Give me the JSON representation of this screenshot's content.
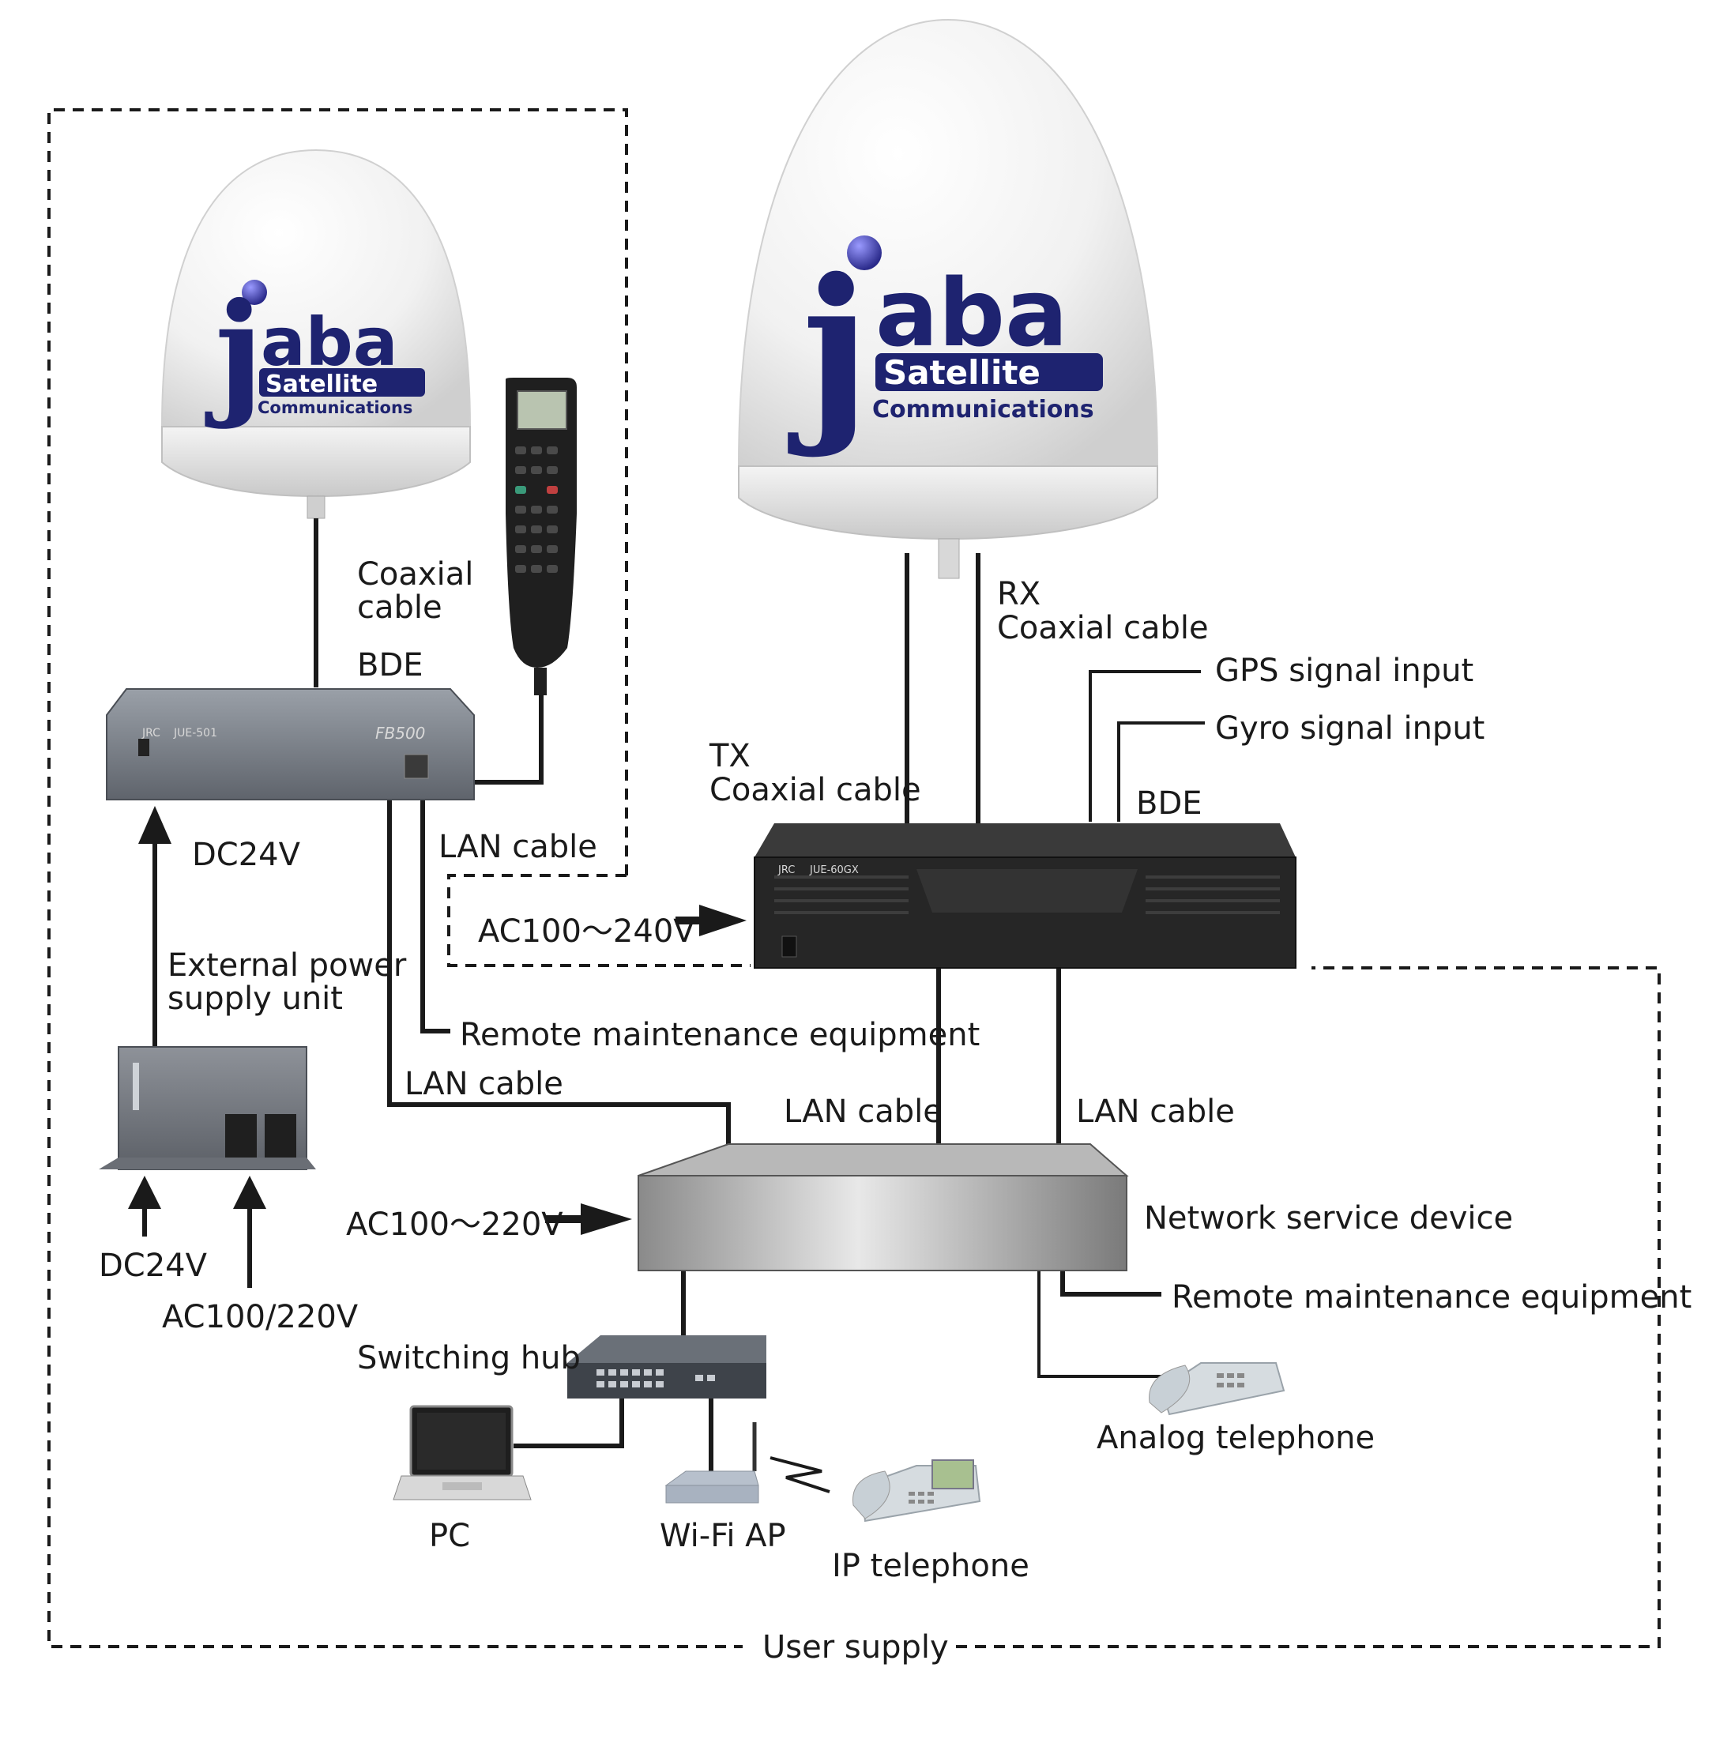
{
  "domes": {
    "small": {
      "logo_j": "j",
      "logo_aba": "aba",
      "logo_satellite": "Satellite",
      "logo_communications": "Communications"
    },
    "large": {
      "logo_j": "j",
      "logo_aba": "aba",
      "logo_satellite": "Satellite",
      "logo_communications": "Communications"
    }
  },
  "devices": {
    "fb500_model": "JUE-501",
    "fb500_name": "FB500",
    "bde_large_model": "JUE-60GX",
    "brand": "JRC"
  },
  "labels": {
    "coaxial_cable_1": "Coaxial",
    "coaxial_cable_2": "cable",
    "bde_left": "BDE",
    "dc24v_top": "DC24V",
    "lan_cable_handset": "LAN cable",
    "ac_240": "AC100～240V",
    "external_power_1": "External power",
    "external_power_2": "supply unit",
    "remote_maint_left": "Remote maintenance equipment",
    "lan_cable_left": "LAN cable",
    "dc24v_bottom": "DC24V",
    "ac_100_220_slash": "AC100/220V",
    "rx_1": "RX",
    "rx_2": "Coaxial cable",
    "gps": "GPS signal input",
    "gyro": "Gyro signal input",
    "tx_1": "TX",
    "tx_2": "Coaxial cable",
    "bde_right": "BDE",
    "lan_cable_mid": "LAN cable",
    "lan_cable_right": "LAN cable",
    "ac_220": "AC100～220V",
    "network_service": "Network service device",
    "remote_maint_right": "Remote maintenance equipment",
    "switching_hub": "Switching hub",
    "analog_telephone": "Analog telephone",
    "pc": "PC",
    "wifi_ap": "Wi-Fi AP",
    "ip_telephone": "IP telephone",
    "user_supply": "User supply"
  },
  "colors": {
    "logo_navy": "#1e2370",
    "logo_ball": "#4a4ab0",
    "line": "#1a1a1a",
    "device_dark": "#2a2a2a",
    "device_grey": "#7a7e86"
  }
}
